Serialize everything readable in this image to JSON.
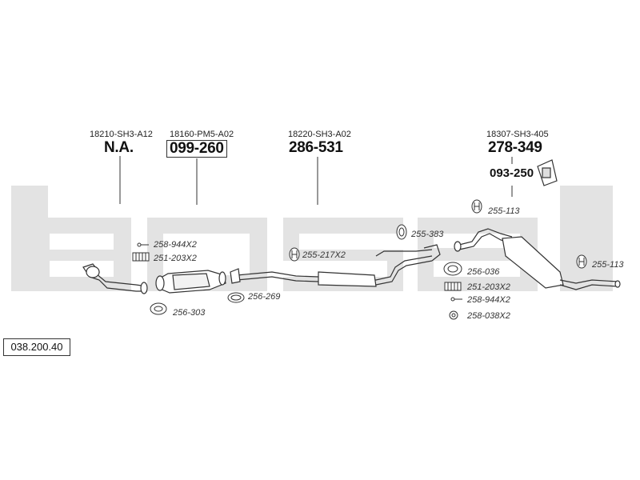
{
  "reference_number": "038.200.40",
  "icons": {
    "watermark": "bosal-logo-watermark",
    "hanger": "rubber-hanger-icon",
    "heat_shield": "heat-shield-icon"
  },
  "colors": {
    "watermark": "#e3e3e3",
    "parts_stroke": "#333333",
    "label_text": "#222222"
  },
  "sections": [
    {
      "oem": "18210-SH3-A12",
      "part": "N.A."
    },
    {
      "oem": "18160-PM5-A02",
      "part": "099-260"
    },
    {
      "oem": "18220-SH3-A02",
      "part": "286-531"
    },
    {
      "oem": "18307-SH3-405",
      "part": "278-349"
    }
  ],
  "extra_parts": {
    "heat_shield_part": "093-250"
  },
  "accessories": [
    "258-944X2",
    "251-203X2",
    "256-303",
    "256-269",
    "255-217X2",
    "255-383",
    "255-113",
    "256-036",
    "251-203X2",
    "258-944X2",
    "258-038X2",
    "255-113"
  ]
}
